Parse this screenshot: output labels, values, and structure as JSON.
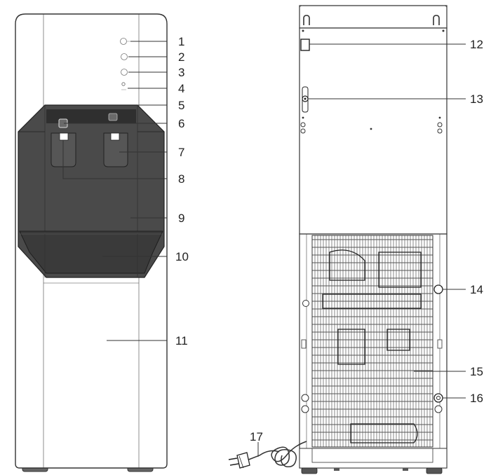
{
  "colors": {
    "outline": "#333333",
    "dark_panel": "#4a4a4a",
    "darker_panel": "#3a3a3a",
    "body_fill": "#ffffff",
    "grille": "#555555",
    "callout": "#2a8fbf"
  },
  "callouts": [
    {
      "id": "1",
      "label": "1"
    },
    {
      "id": "2",
      "label": "2"
    },
    {
      "id": "3",
      "label": "3"
    },
    {
      "id": "4",
      "label": "4"
    },
    {
      "id": "5",
      "label": "5"
    },
    {
      "id": "6",
      "label": "6"
    },
    {
      "id": "7",
      "label": "7"
    },
    {
      "id": "8",
      "label": "8"
    },
    {
      "id": "9",
      "label": "9"
    },
    {
      "id": "10",
      "label": "10"
    },
    {
      "id": "11",
      "label": "11"
    },
    {
      "id": "12",
      "label": "12"
    },
    {
      "id": "13",
      "label": "13"
    },
    {
      "id": "14",
      "label": "14"
    },
    {
      "id": "15",
      "label": "15"
    },
    {
      "id": "16",
      "label": "16"
    },
    {
      "id": "17",
      "label": "17"
    }
  ]
}
